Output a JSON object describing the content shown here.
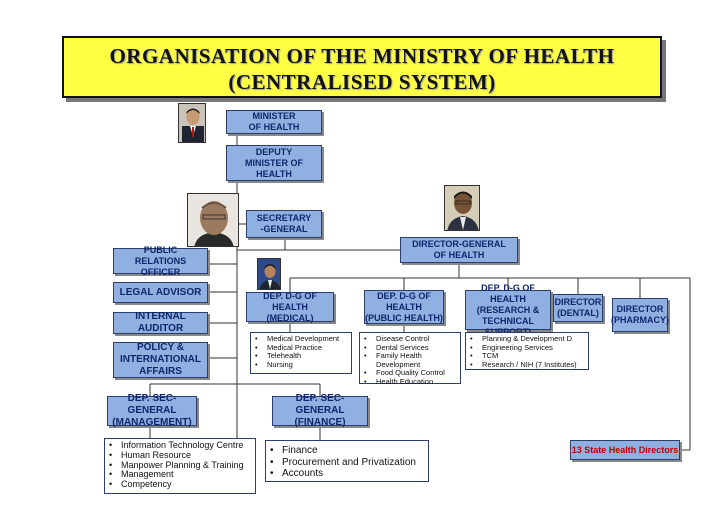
{
  "title": {
    "line1": "ORGANISATION OF THE MINISTRY OF HEALTH",
    "line2": "(CENTRALISED SYSTEM)"
  },
  "boxes": {
    "minister": "MINISTER\nOF HEALTH",
    "deputy_minister": "DEPUTY\nMINISTER OF\nHEALTH",
    "secretary_general": "SECRETARY\n-GENERAL",
    "director_general": "DIRECTOR-GENERAL\nOF HEALTH",
    "public_relations": "PUBLIC\nRELATIONS OFFICER",
    "legal_advisor": "LEGAL ADVISOR",
    "internal_auditor": "INTERNAL AUDITOR",
    "policy": "POLICY &\nINTERNATIONAL\nAFFAIRS",
    "dep_dg_medical": "DEP. D-G OF HEALTH\n(MEDICAL)",
    "dep_dg_public": "DEP. D-G OF\nHEALTH\n(PUBLIC HEALTH)",
    "dep_dg_research": "DEP. D-G OF HEALTH\n(RESEARCH &\nTECHNICAL\nSUPPORT)",
    "director_dental": "DIRECTOR\n(DENTAL)",
    "director_pharmacy": "DIRECTOR\n(PHARMACY)",
    "dep_sec_management": "DEP. SEC-GENERAL\n(MANAGEMENT)",
    "dep_sec_finance": "DEP. SEC-GENERAL\n(FINANCE)",
    "state_directors": "13 State Health Directors"
  },
  "lists": {
    "medical": [
      "Medical Development",
      "Medical Practice",
      "Telehealth",
      "Nursing"
    ],
    "public_health": [
      "Disease Control",
      "Dental Services",
      "Family Health Development",
      "Food Quality Control",
      "Health Education"
    ],
    "research": [
      "Planning & Development D",
      "Engineering Services",
      "TCM",
      "Research / NIH (7 Institutes)"
    ],
    "management": [
      "Information Technology Centre",
      "Human Resource",
      "Manpower Planning & Training",
      "Management",
      "Competency"
    ],
    "finance": [
      "Finance",
      "Procurement and Privatization",
      "Accounts"
    ]
  },
  "colors": {
    "title_bg": "#ffff44",
    "box_fill": "#8fb0e0",
    "box_text": "#10266c",
    "accent_red": "#c00000"
  }
}
